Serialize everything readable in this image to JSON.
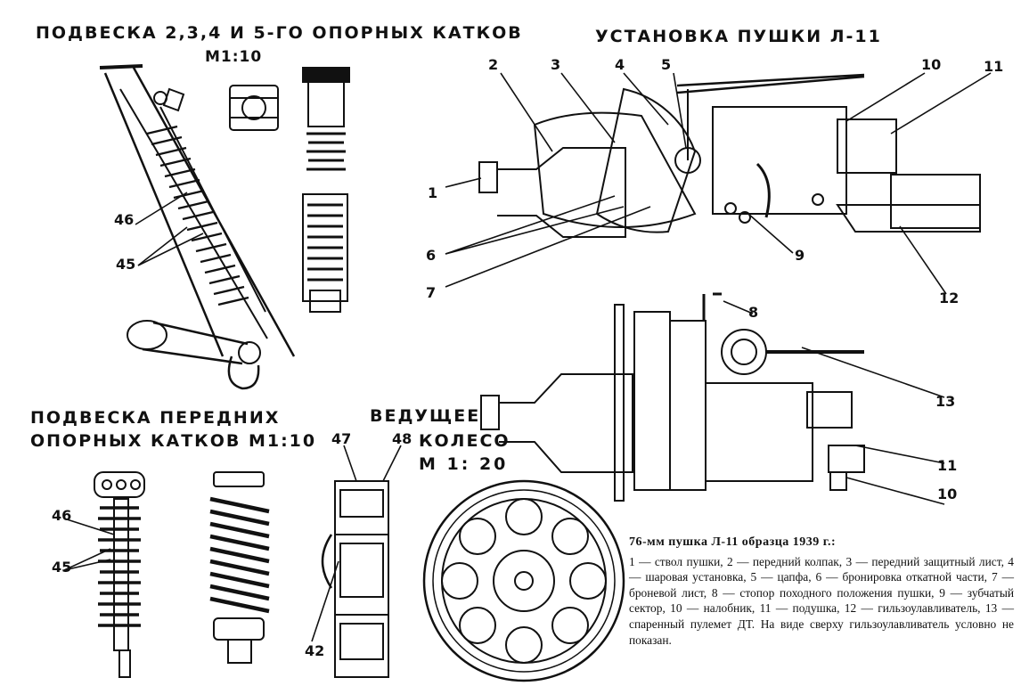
{
  "headings": {
    "rear_suspension": "ПОДВЕСКА 2,3,4 И 5-ГО ОПОРНЫХ КАТКОВ",
    "rear_suspension_scale": "М1:10",
    "gun_mount": "УСТАНОВКА ПУШКИ Л-11",
    "front_suspension_line1": "ПОДВЕСКА ПЕРЕДНИХ",
    "front_suspension_line2": "ОПОРНЫХ КАТКОВ М1:10",
    "drive_wheel_line1": "ВЕДУЩЕЕ",
    "drive_wheel_line2": "КОЛЕСО",
    "drive_wheel_scale": "М 1: 20"
  },
  "callouts": {
    "c1": "1",
    "c2": "2",
    "c3": "3",
    "c4": "4",
    "c5": "5",
    "c6": "6",
    "c7": "7",
    "c8": "8",
    "c9": "9",
    "c10_top": "10",
    "c11_top": "11",
    "c12": "12",
    "c13": "13",
    "c11_bot": "11",
    "c10_bot": "10",
    "c46_top": "46",
    "c45_top": "45",
    "c46_bot": "46",
    "c45_bot": "45",
    "c47": "47",
    "c48": "48",
    "c42": "42"
  },
  "caption": {
    "title": "76-мм пушка Л-11 образца 1939 г.:",
    "body": "1 — ствол пушки, 2 — передний колпак, 3 — передний защитный лист, 4 — шаровая установка, 5 — цапфа, 6 — бронировка откатной части, 7 — броневой лист, 8 — стопор походного положения пушки, 9 — зубчатый сектор, 10 — налобник, 11 — подушка, 12 — гильзоулавливатель, 13 — спаренный пулемет ДТ. На виде сверху гильзоулавливатель условно не показан."
  }
}
